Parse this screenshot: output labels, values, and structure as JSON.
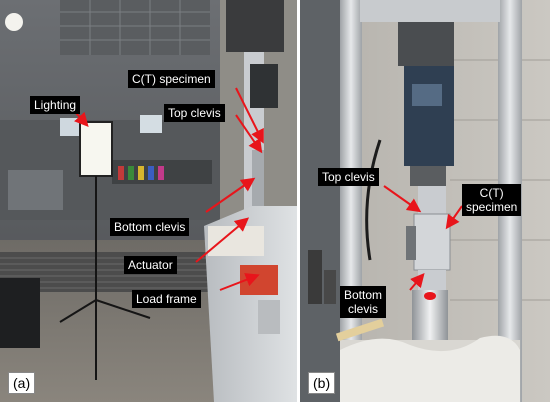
{
  "panel_a": {
    "tag": "(a)",
    "callouts": {
      "ct_specimen": "C(T) specimen",
      "lighting": "Lighting",
      "top_clevis": "Top clevis",
      "bottom_clevis": "Bottom clevis",
      "actuator": "Actuator",
      "load_frame": "Load frame"
    }
  },
  "panel_b": {
    "tag": "(b)",
    "callouts": {
      "top_clevis": "Top clevis",
      "ct_specimen_line1": "C(T)",
      "ct_specimen_line2": "specimen",
      "bottom_clevis_line1": "Bottom",
      "bottom_clevis_line2": "clevis"
    }
  },
  "colors": {
    "arrow": "#e8151b",
    "label_bg": "#000000",
    "label_text": "#ffffff"
  }
}
